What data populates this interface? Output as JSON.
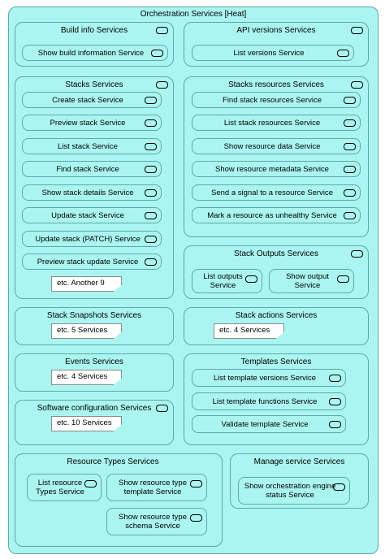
{
  "root": {
    "title": "Orchestration Services [Heat]"
  },
  "groups": {
    "build_info": {
      "title": "Build info Services",
      "services": [
        "Show build information Service"
      ]
    },
    "api_versions": {
      "title": "API versions Services",
      "services": [
        "List versions Service"
      ]
    },
    "stacks": {
      "title": "Stacks Services",
      "services": [
        "Create stack Service",
        "Preview stack Service",
        "List stack Service",
        "Find stack Service",
        "Show stack details Service",
        "Update stack Service",
        "Update stack (PATCH) Service",
        "Preview stack update Service"
      ],
      "etc": "etc. Another 9"
    },
    "stack_resources": {
      "title": "Stacks resources Services",
      "services": [
        "Find stack resources Service",
        "List stack resources Service",
        "Show resource data Service",
        "Show resource metadata Service",
        "Send a signal to a resource Service",
        "Mark a resource as unhealthy Service"
      ]
    },
    "stack_outputs": {
      "title": "Stack Outputs Services",
      "services": [
        "List outputs Service",
        "Show output Service"
      ]
    },
    "stack_snapshots": {
      "title": "Stack Snapshots Services",
      "etc": "etc. 5 Services"
    },
    "stack_actions": {
      "title": "Stack actions Services",
      "etc": "etc. 4 Services"
    },
    "events": {
      "title": "Events Services",
      "etc": "etc. 4 Services"
    },
    "templates": {
      "title": "Templates Services",
      "services": [
        "List template versions Service",
        "List template functions Service",
        "Validate template Service"
      ]
    },
    "software_config": {
      "title": "Software configuration Services",
      "etc": "etc. 10 Services"
    },
    "resource_types": {
      "title": "Resource Types Services",
      "services": [
        "List resource Types Service",
        "Show resource type template  Service",
        "Show resource type schema Service"
      ]
    },
    "manage_service": {
      "title": "Manage service Services",
      "services": [
        "Show orchestration engine status Service"
      ]
    }
  }
}
